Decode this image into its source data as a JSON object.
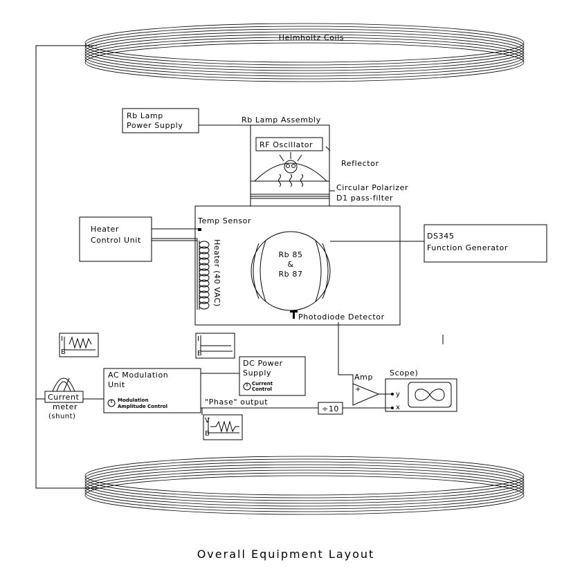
{
  "labels": {
    "helmholtz_coils": "Helmholtz Coils",
    "rb_lamp_power_supply": [
      "Rb Lamp",
      "Power Supply"
    ],
    "rb_lamp_assembly": "Rb Lamp Assembly",
    "rf_oscillator": "RF Oscillator",
    "reflector": "Reflector",
    "circular_polarizer": "Circular Polarizer",
    "d1_pass_filter": "D1 pass-filter",
    "heater_control_unit": [
      "Heater",
      "Control Unit"
    ],
    "temp_sensor": "Temp Sensor",
    "heater": "Heater (40 VAC)",
    "cell": [
      "Rb 85",
      "&",
      "Rb 87"
    ],
    "function_generator": [
      "DS345",
      "Function Generator"
    ],
    "photodiode_detector": "Photodiode Detector",
    "ac_modulation_unit": [
      "AC Modulation",
      "Unit"
    ],
    "modulation_amplitude_control": [
      "Modulation",
      "Amplitude Control"
    ],
    "dc_power_supply": [
      "DC Power",
      "Supply"
    ],
    "current_control": [
      "Current",
      "Control"
    ],
    "amp": "Amp",
    "scope": "Scope)",
    "scope_y": "y",
    "scope_x": "x",
    "current_meter": [
      "Current",
      "meter",
      "(shunt)"
    ],
    "phase_output": "\"Phase\" output",
    "divider": "÷10",
    "graph_i": "I",
    "graph_v": "V",
    "graph_b": "B"
  },
  "caption": "Overall Equipment Layout"
}
